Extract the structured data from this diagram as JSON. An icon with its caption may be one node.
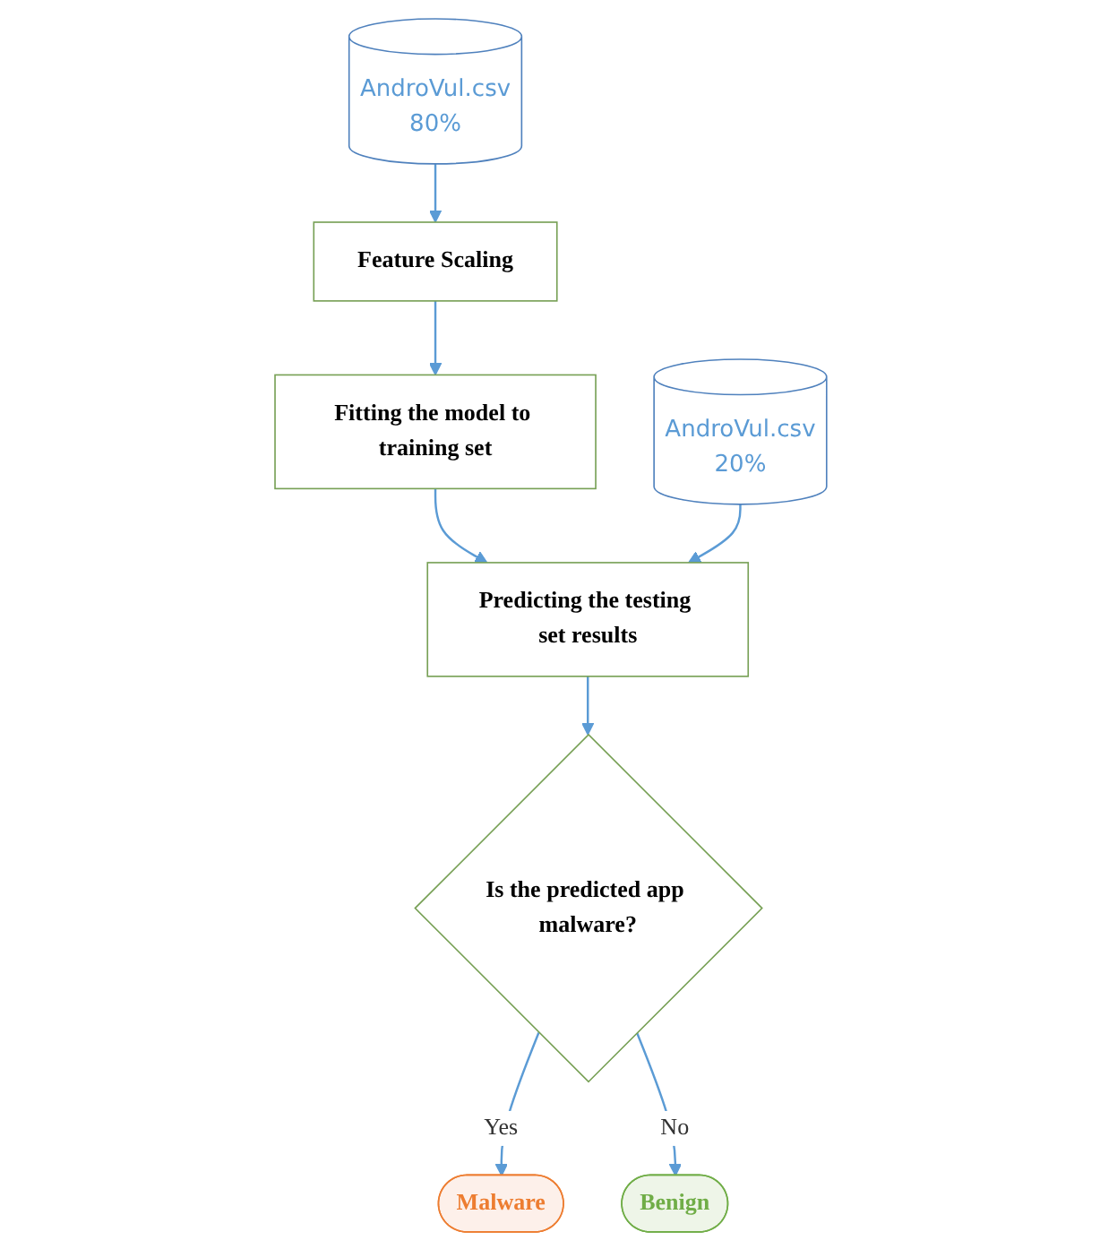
{
  "diagram": {
    "nodes": [
      {
        "text": [
          "AndroVul.csv",
          "80%"
        ]
      },
      {
        "text": [
          "Feature Scaling"
        ]
      },
      {
        "text": [
          "Fitting the model to training set"
        ]
      },
      {
        "text": [
          "AndroVul.csv",
          "20%"
        ]
      },
      {
        "text": [
          "Predicting the testing set results"
        ]
      },
      {
        "text": [
          "Is the predicted app malware?"
        ]
      },
      {
        "text": [
          "Malware"
        ]
      },
      {
        "text": [
          "Benign"
        ]
      }
    ],
    "edges": [
      {
        "from": 0,
        "to": 1,
        "arrow": "to"
      },
      {
        "from": 1,
        "to": 2,
        "arrow": "to"
      },
      {
        "from": 2,
        "to": 4,
        "arrow": "to"
      },
      {
        "from": 3,
        "to": 4,
        "arrow": "to"
      },
      {
        "from": 4,
        "to": 5,
        "arrow": "to"
      },
      {
        "from": 5,
        "to": 6,
        "arrow": "to",
        "label": "Yes"
      },
      {
        "from": 5,
        "to": 7,
        "arrow": "to",
        "label": "No"
      }
    ]
  }
}
